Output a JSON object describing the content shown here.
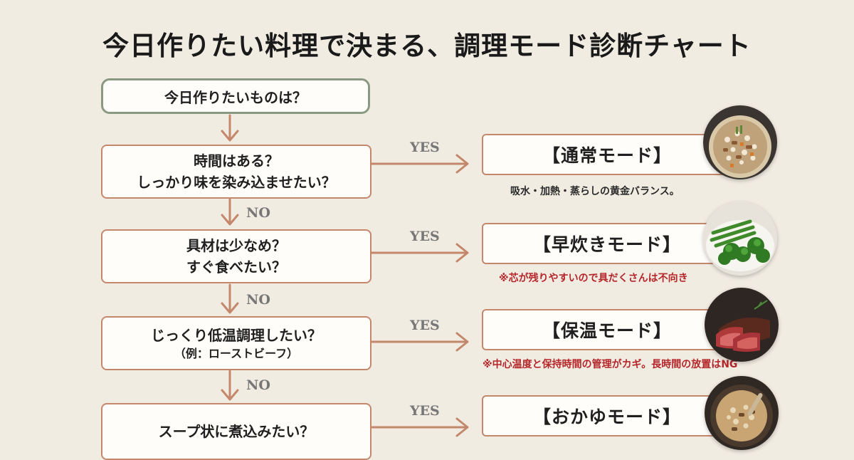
{
  "title": "今日作りたい料理で決まる、調理モード診断チャート",
  "start": "今日作りたいものは？",
  "questions": [
    {
      "line1": "時間はある？",
      "line2": "しっかり味を染み込ませたい？"
    },
    {
      "line1": "具材は少なめ？",
      "line2": "すぐ食べたい？"
    },
    {
      "line1": "じっくり低温調理したい？",
      "line2": "（例：ローストビーフ）"
    },
    {
      "line1": "スープ状に煮込みたい？"
    }
  ],
  "yes_label": "YES",
  "no_label": "NO",
  "modes": [
    {
      "label": "【通常モード】",
      "note": "吸水・加熱・蒸らしの黄金バランス。",
      "image": "mixed-rice-icon"
    },
    {
      "label": "【早炊きモード】",
      "note": "※芯が残りやすいので具だくさんは不向き",
      "image": "green-vegetables-icon"
    },
    {
      "label": "【保温モード】",
      "note": "※中心温度と保持時間の管理がカギ。長時間の放置はNG",
      "image": "roast-beef-icon"
    },
    {
      "label": "【おかゆモード】",
      "image": "porridge-icon"
    }
  ],
  "colors": {
    "background": "#f1ece2",
    "box_border": "#c4876c",
    "start_border": "#8a9a82",
    "arrow": "#c4876c",
    "warning_text": "#b5262a"
  }
}
